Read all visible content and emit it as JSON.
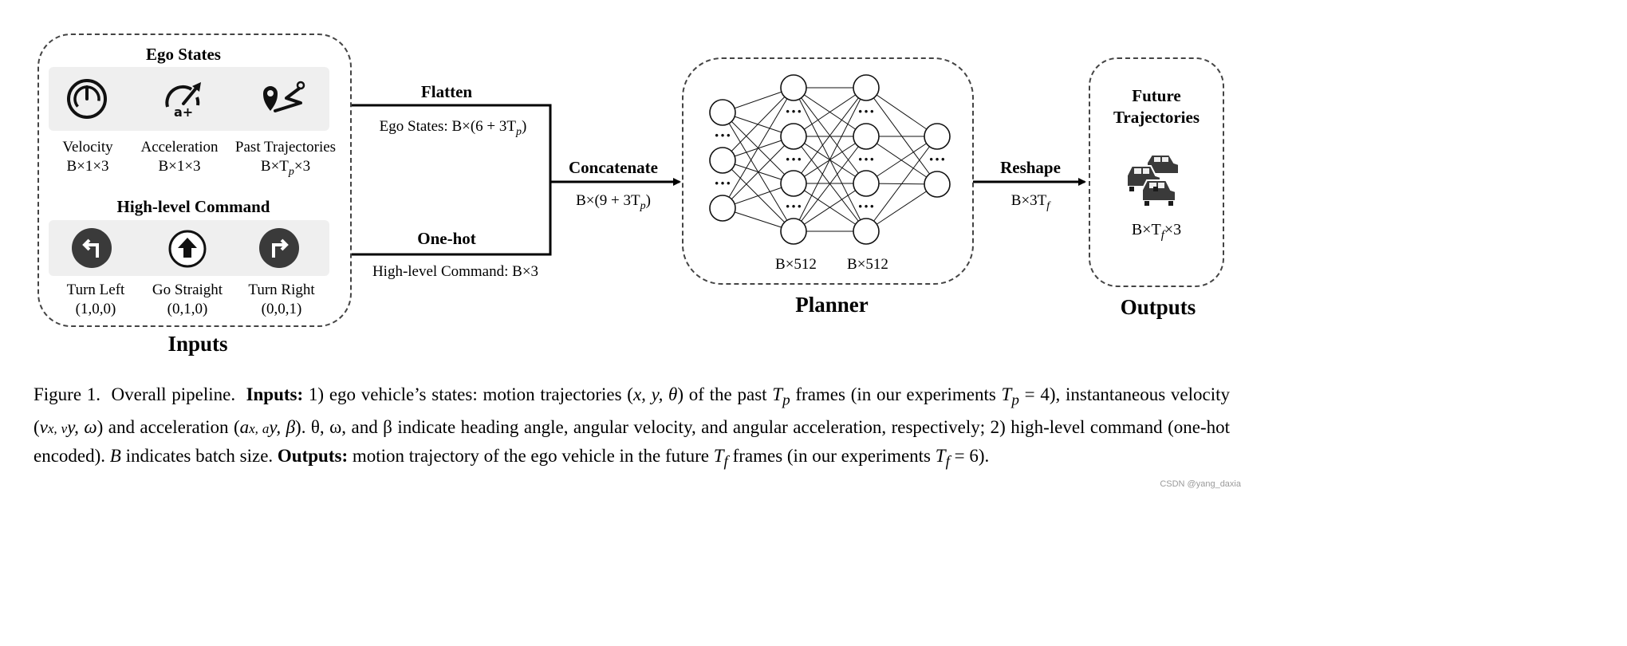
{
  "inputs": {
    "title": "Inputs",
    "ego_states": {
      "title": "Ego States",
      "items": [
        {
          "icon": "speedometer-icon",
          "name": "Velocity",
          "shape": "B×1×3"
        },
        {
          "icon": "acceleration-icon",
          "name": "Acceleration",
          "shape": "B×1×3"
        },
        {
          "icon": "route-pin-icon",
          "name": "Past Trajectories",
          "shape": "B×T",
          "shape_sub": "p",
          "shape_tail": "×3"
        }
      ]
    },
    "command": {
      "title": "High-level Command",
      "items": [
        {
          "icon": "turn-left-icon",
          "name": "Turn Left",
          "code": "(1,0,0)"
        },
        {
          "icon": "go-straight-icon",
          "name": "Go Straight",
          "code": "(0,1,0)"
        },
        {
          "icon": "turn-right-icon",
          "name": "Turn Right",
          "code": "(0,0,1)"
        }
      ]
    }
  },
  "flow": {
    "flatten": {
      "title": "Flatten",
      "label": "Ego States: B×(6 + 3T",
      "label_sub": "p",
      "label_tail": ")"
    },
    "onehot": {
      "title": "One-hot",
      "label": "High-level Command: B×3"
    },
    "concat": {
      "title": "Concatenate",
      "label": "B×(9 + 3T",
      "label_sub": "p",
      "label_tail": ")"
    },
    "reshape": {
      "title": "Reshape",
      "label": "B×3T",
      "label_sub": "f"
    }
  },
  "planner": {
    "title": "Planner",
    "layer1": "B×512",
    "layer2": "B×512",
    "dots": "···",
    "network": {
      "layers": [
        4,
        4,
        4,
        2
      ]
    }
  },
  "outputs": {
    "title": "Outputs",
    "box_title_1": "Future",
    "box_title_2": "Trajectories",
    "icon": "cars-icon",
    "shape": "B×T",
    "shape_sub": "f",
    "shape_tail": "×3"
  },
  "caption": {
    "fig": "Figure 1.",
    "lead": "Overall pipeline.",
    "inputs_label": "Inputs:",
    "inputs_text_1": "1) ego vehicle’s states: motion trajectories (",
    "math_xyt": "x, y, θ",
    "inputs_text_2": ") of the past ",
    "tp": "T",
    "tp_sub": "p",
    "inputs_text_3": " frames (in our experiments ",
    "tp_eq": " = 4), instantaneous velocity (",
    "math_v": "v",
    "math_v_rest": "x, v",
    "math_v_end": "y, ω",
    "inputs_text_4": ") and acceleration (",
    "math_a": "a",
    "math_a_rest": "x, a",
    "math_a_end": "y, β",
    "inputs_text_5": "). θ, ω, and β indicate heading angle, angular velocity, and angular acceleration, respectively;   2) high-level command (one-hot encoded). ",
    "b_letter": "B",
    "inputs_text_6": " indicates batch size. ",
    "outputs_label": "Outputs:",
    "outputs_text_1": " motion trajectory of the ego vehicle in the future ",
    "tf": "T",
    "tf_sub": "f",
    "outputs_text_2": " frames (in our experiments ",
    "tf_eq": " = 6)."
  },
  "watermark": "CSDN @yang_daxia",
  "colors": {
    "icon_dark": "#3a3a3a",
    "panel": "#efefef",
    "dash": "#444444"
  }
}
